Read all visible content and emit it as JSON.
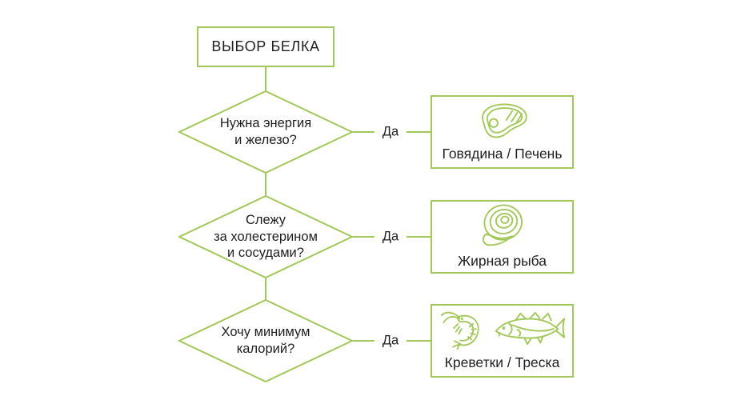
{
  "colors": {
    "accent_green": "#a2c75a",
    "text": "#1f1f1f",
    "background": "#ffffff"
  },
  "flowchart": {
    "title": "ВЫБОР БЕЛКА",
    "yes_label": "Да",
    "steps": [
      {
        "question_lines": [
          "Нужна энергия",
          "и железо?"
        ],
        "result": "Говядина / Печень",
        "icons": [
          "steak-icon"
        ]
      },
      {
        "question_lines": [
          "Слежу",
          "за холестерином",
          "и сосудами?"
        ],
        "result": "Жирная рыба",
        "icons": [
          "salmon-steak-icon"
        ]
      },
      {
        "question_lines": [
          "Хочу минимум",
          "калорий?"
        ],
        "result": "Креветки / Треска",
        "icons": [
          "shrimp-icon",
          "cod-icon"
        ]
      }
    ]
  }
}
